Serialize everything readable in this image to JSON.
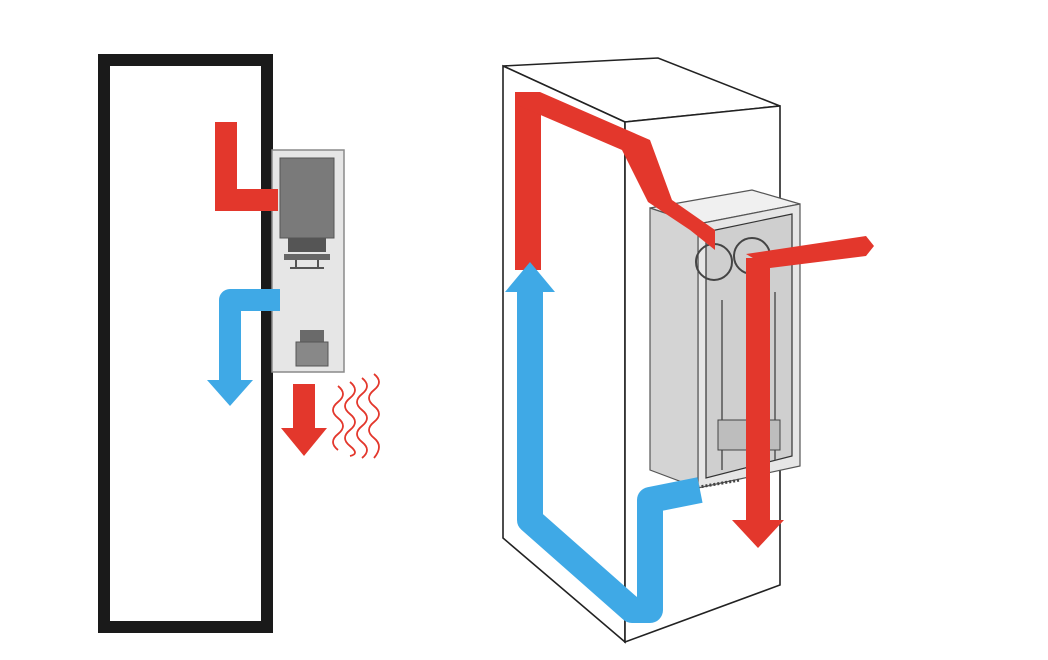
{
  "diagram": {
    "panels": [
      {
        "name": "side-view",
        "components": [
          "enclosure-wall",
          "cooling-unit",
          "hot-air-inlet-arrow",
          "cool-air-outlet-arrow",
          "exhaust-arrow",
          "heat-waves"
        ]
      },
      {
        "name": "perspective-view",
        "components": [
          "cabinet-box",
          "cooling-unit",
          "hot-air-loop",
          "cool-air-loop",
          "external-air-arrow"
        ]
      }
    ],
    "colors": {
      "hot_air": "#e3372c",
      "cool_air": "#3fa9e6",
      "heat_waves": "#e3372c",
      "outline": "#1a1a1a",
      "unit_body": "#e5e5e5",
      "unit_dark": "#777777"
    }
  }
}
